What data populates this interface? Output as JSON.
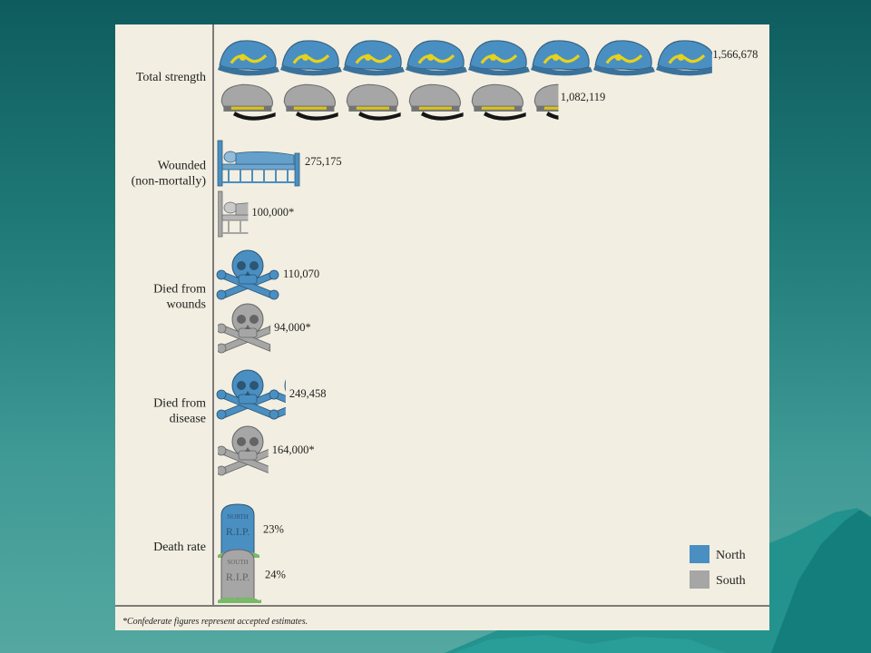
{
  "chart_data": {
    "type": "bar",
    "categories": [
      "Total strength",
      "Wounded (non-mortally)",
      "Died from wounds",
      "Died from disease",
      "Death rate"
    ],
    "category_lines": [
      [
        "Total strength"
      ],
      [
        "Wounded",
        "(non-mortally)"
      ],
      [
        "Died from",
        "wounds"
      ],
      [
        "Died from",
        "disease"
      ],
      [
        "Death rate"
      ]
    ],
    "series": [
      {
        "name": "North",
        "values": [
          1566678,
          275175,
          110070,
          249458,
          23
        ],
        "labels": [
          "1,566,678",
          "275,175",
          "110,070",
          "249,458",
          "23%"
        ]
      },
      {
        "name": "South",
        "values": [
          1082119,
          100000,
          94000,
          164000,
          24
        ],
        "labels": [
          "1,082,119",
          "100,000*",
          "94,000*",
          "164,000*",
          "24%"
        ]
      }
    ],
    "units_per_icon": [
      200000,
      275175,
      110070,
      200000,
      23
    ],
    "icons": [
      "cap-icon",
      "bed-icon",
      "skull-crossbones-icon",
      "skull-crossbones-icon",
      "tombstone-icon"
    ],
    "legend": {
      "position": "bottom-right",
      "entries": [
        "North",
        "South"
      ]
    },
    "colors": {
      "North": "#4a8fc2",
      "South": "#a6a6a6"
    },
    "footnote": "*Confederate figures represent accepted estimates."
  },
  "tombstone_text": {
    "north": "NORTH\nR.I.P.",
    "south": "SOUTH\nR.I.P."
  }
}
